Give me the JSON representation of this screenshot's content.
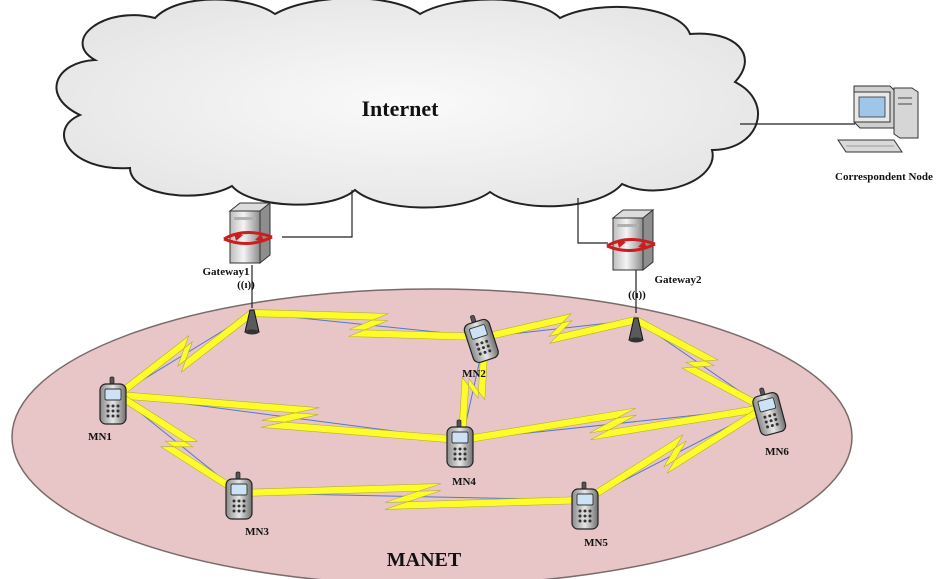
{
  "diagram": {
    "cloud": {
      "label": "Internet",
      "fill": "#f0f0f0"
    },
    "manet": {
      "label": "MANET",
      "fill": "#e8c6c8"
    },
    "correspondent_node": {
      "label": "Correspondent Node"
    },
    "gateways": [
      {
        "id": "gw1",
        "label": "Gateway1",
        "signal": "((ı))"
      },
      {
        "id": "gw2",
        "label": "Gateway2",
        "signal": "((ı))"
      }
    ],
    "mobile_nodes": [
      {
        "id": "mn1",
        "label": "MN1"
      },
      {
        "id": "mn2",
        "label": "MN2"
      },
      {
        "id": "mn3",
        "label": "MN3"
      },
      {
        "id": "mn4",
        "label": "MN4"
      },
      {
        "id": "mn5",
        "label": "MN5"
      },
      {
        "id": "mn6",
        "label": "MN6"
      }
    ],
    "wireless_links": [
      [
        "ant1",
        "mn1"
      ],
      [
        "ant1",
        "mn2"
      ],
      [
        "mn2",
        "ant2"
      ],
      [
        "ant2",
        "mn6"
      ],
      [
        "mn1",
        "mn4"
      ],
      [
        "mn2",
        "mn4"
      ],
      [
        "mn4",
        "mn6"
      ],
      [
        "mn1",
        "mn3"
      ],
      [
        "mn3",
        "mn5"
      ],
      [
        "mn5",
        "mn6"
      ]
    ],
    "colors": {
      "bolt": "#ffff22",
      "bolt_outline": "#b0b020",
      "link_line": "#5577cc",
      "wire": "#222222"
    }
  }
}
